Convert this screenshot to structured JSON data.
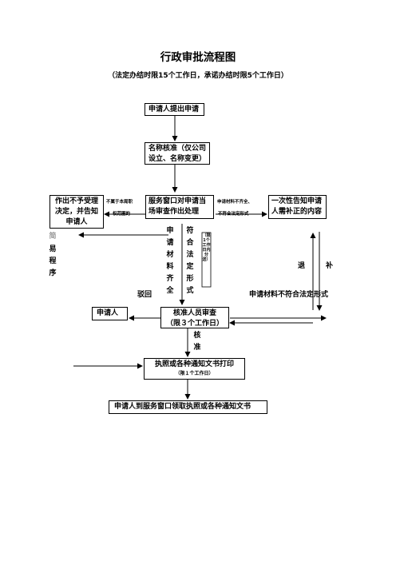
{
  "title": "行政审批流程图",
  "subtitle": "（法定办结时限15个工作日，承诺办结时限5个工作日）",
  "boxes": {
    "apply": "申请人提出申请",
    "name_check": "名称核准（仅公司设立、名称变更）",
    "reject": "作出不予受理决定，并告知申请人",
    "service": "服务窗口对申请当场审查作出处理",
    "notify": "一次性告知申请人需补正的内容",
    "applicant": "申请人",
    "approve": "核准人员审查",
    "approve_limit": "（限３个工作日）",
    "print": "执照或各种通知文书打印",
    "print_limit": "（限１个工作日）",
    "collect": "申请人到服务窗口领取执照或各种通知文书"
  },
  "labels": {
    "not_in_scope_1": "不属于本局职",
    "not_in_scope_2": "权范围的",
    "incomplete_1": "申请材料不齐全、",
    "incomplete_2": "不符合法定形式",
    "complete": "申请材料齐全",
    "conform": "符合法定形式",
    "time_note": "（限1个工作日内分送）",
    "simple": "简",
    "simple_rest": "易程序",
    "return_back": "驳回",
    "retreat": "退",
    "supplement": "补",
    "nonconform": "申请材料不符合法定形式",
    "approved": "核准"
  }
}
